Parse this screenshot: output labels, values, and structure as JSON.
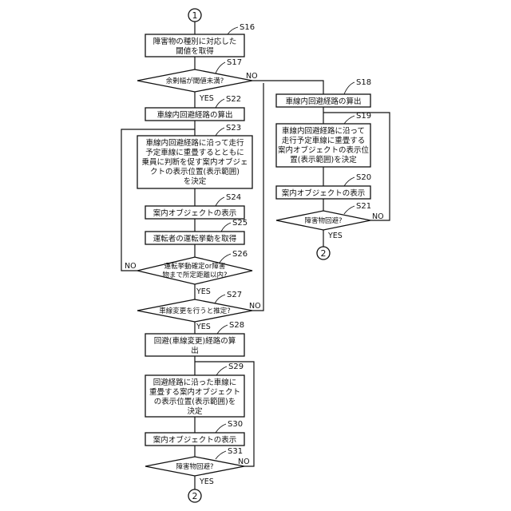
{
  "connectors": {
    "top": "1",
    "bottom_left": "2",
    "bottom_right": "2"
  },
  "steps": {
    "s16": {
      "label": "S16",
      "lines": [
        "障害物の種別に対応した",
        "閾値を取得"
      ]
    },
    "s17": {
      "label": "S17",
      "lines": [
        "余剰幅が閾値未満?"
      ]
    },
    "s22": {
      "label": "S22",
      "lines": [
        "車線内回避経路の算出"
      ]
    },
    "s23": {
      "label": "S23",
      "lines": [
        "車線内回避経路に沿って走行",
        "予定車線に重畳するとともに",
        "乗員に判断を促す案内オブジェ",
        "クトの表示位置(表示範囲)",
        "を決定"
      ]
    },
    "s24": {
      "label": "S24",
      "lines": [
        "案内オブジェクトの表示"
      ]
    },
    "s25": {
      "label": "S25",
      "lines": [
        "運転者の運転挙動を取得"
      ]
    },
    "s26": {
      "label": "S26",
      "lines": [
        "運転挙動確定or障害",
        "物まで所定距離以内?"
      ]
    },
    "s27": {
      "label": "S27",
      "lines": [
        "車線変更を行うと推定?"
      ]
    },
    "s28": {
      "label": "S28",
      "lines": [
        "回避(車線変更)経路の算",
        "出"
      ]
    },
    "s29": {
      "label": "S29",
      "lines": [
        "回避経路に沿った車線に",
        "重畳する案内オブジェクト",
        "の表示位置(表示範囲)を",
        "決定"
      ]
    },
    "s30": {
      "label": "S30",
      "lines": [
        "案内オブジェクトの表示"
      ]
    },
    "s31": {
      "label": "S31",
      "lines": [
        "障害物回避?"
      ]
    },
    "s18": {
      "label": "S18",
      "lines": [
        "車線内回避経路の算出"
      ]
    },
    "s19": {
      "label": "S19",
      "lines": [
        "車線内回避経路に沿って",
        "走行予定車線に重畳する",
        "案内オブジェクトの表示位",
        "置(表示範囲)を決定"
      ]
    },
    "s20": {
      "label": "S20",
      "lines": [
        "案内オブジェクトの表示"
      ]
    },
    "s21": {
      "label": "S21",
      "lines": [
        "障害物回避?"
      ]
    }
  },
  "branch_labels": {
    "s17_no": "NO",
    "s17_yes": "YES",
    "s26_no": "NO",
    "s26_yes": "YES",
    "s27_no": "NO",
    "s27_yes": "YES",
    "s31_no": "NO",
    "s31_yes": "YES",
    "s21_no": "NO",
    "s21_yes": "YES"
  }
}
